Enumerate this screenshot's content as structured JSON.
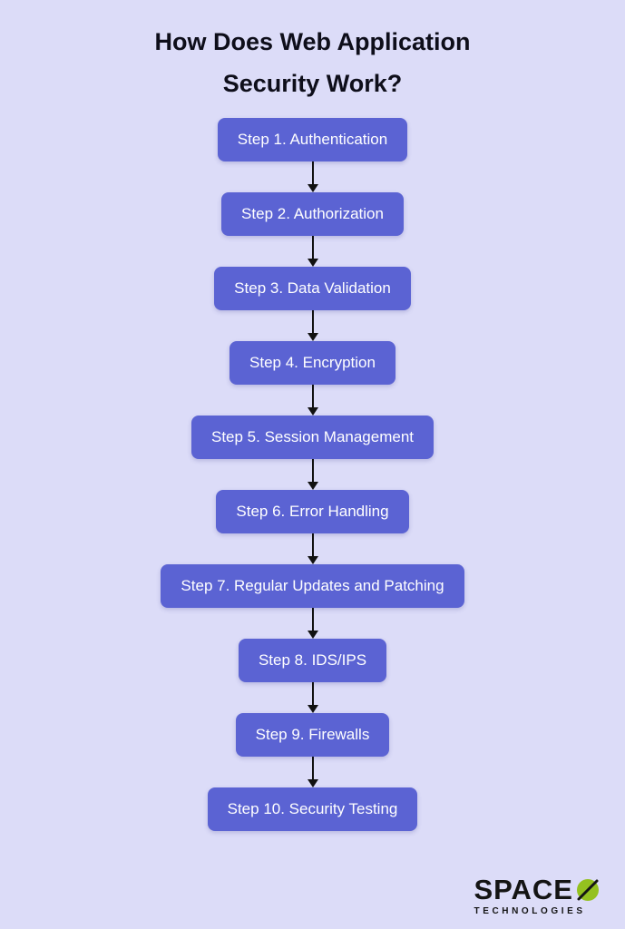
{
  "title": "How Does Web Application Security Work?",
  "steps": [
    "Step 1. Authentication",
    "Step 2. Authorization",
    "Step 3. Data Validation",
    "Step 4. Encryption",
    "Step 5. Session Management",
    "Step 6. Error Handling",
    "Step 7. Regular Updates and Patching",
    "Step 8. IDS/IPS",
    "Step 9. Firewalls",
    "Step 10. Security Testing"
  ],
  "logo": {
    "name": "SPACE",
    "subtitle": "TECHNOLOGIES"
  },
  "colors": {
    "background": "#dcdcf8",
    "box": "#5b63d3",
    "box_text": "#ffffff",
    "title_text": "#0e0e1a",
    "arrow": "#111111",
    "logo_green": "#94c11f",
    "logo_text": "#141414"
  }
}
